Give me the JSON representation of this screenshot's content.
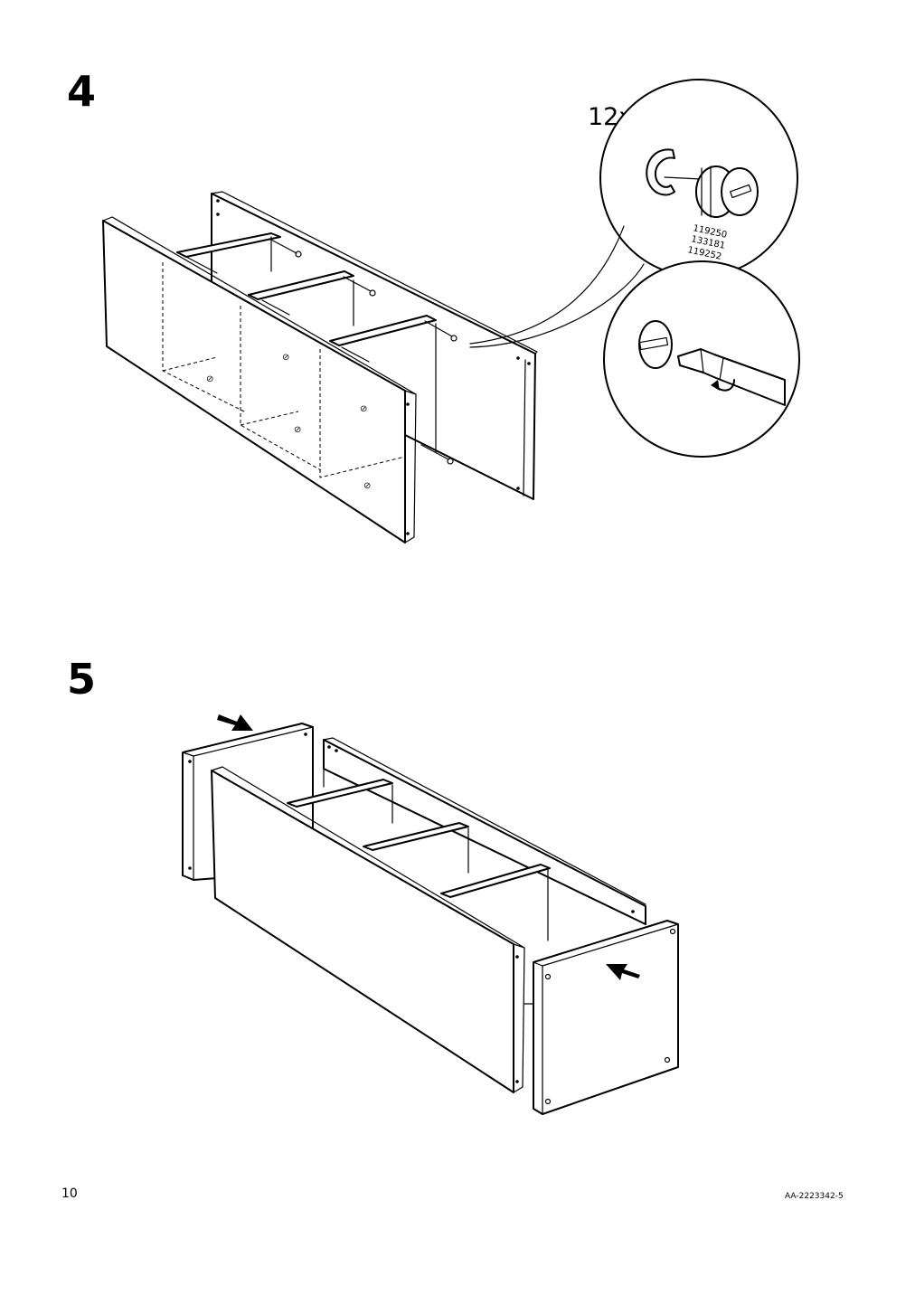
{
  "steps": [
    {
      "number": "4",
      "quantity_label": "12x",
      "part_numbers": [
        "119250",
        "133181",
        "119252"
      ]
    },
    {
      "number": "5"
    }
  ],
  "footer": {
    "page_number": "10",
    "document_code": "AA-2223342-5"
  },
  "icons": [
    "cam-lock-fitting-icon",
    "screwdriver-icon",
    "push-arrow-icon"
  ]
}
